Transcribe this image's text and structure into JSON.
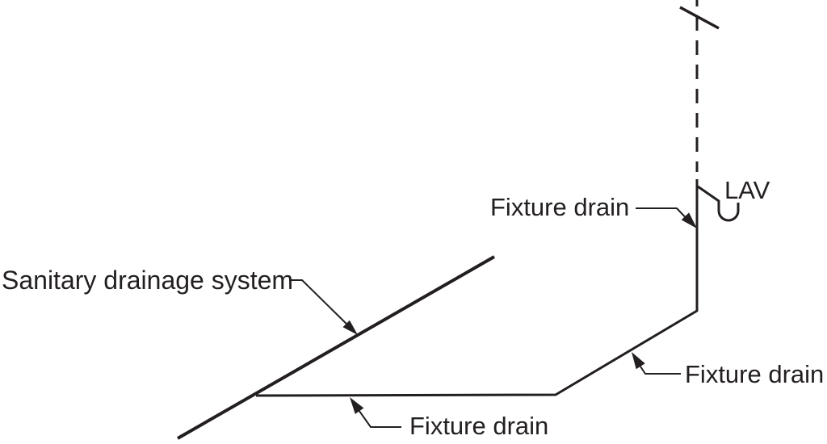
{
  "figure": {
    "background_color": "#ffffff",
    "line_color": "#231f20",
    "labels": {
      "sanitary_system": "Sanitary drainage system",
      "fixture_drain_top": "Fixture drain",
      "fixture_drain_right": "Fixture drain",
      "fixture_drain_bottom": "Fixture drain",
      "lav": "LAV"
    }
  }
}
